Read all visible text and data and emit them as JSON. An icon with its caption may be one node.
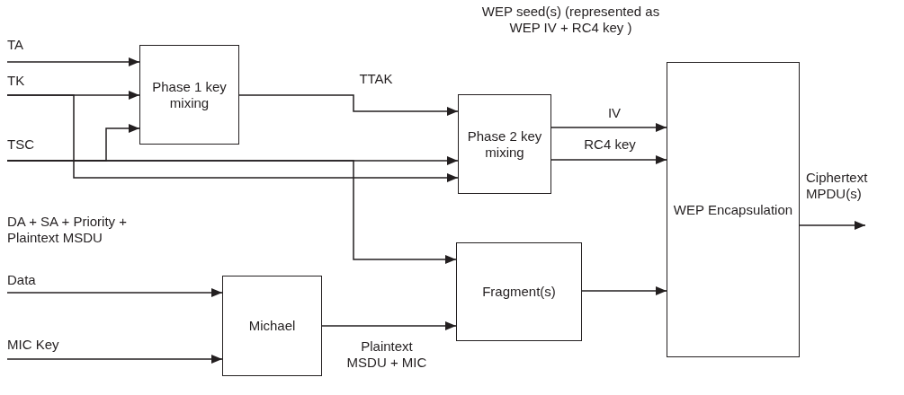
{
  "diagram": {
    "nodes": [
      {
        "text": [
          "TA"
        ]
      },
      {
        "text": [
          "TK"
        ]
      },
      {
        "text": [
          "TSC"
        ]
      },
      {
        "text": [
          "Phase 1 key mixing"
        ]
      },
      {
        "text": [
          "Phase 2 key mixing"
        ]
      },
      {
        "text": [
          "WEP Encapsulation"
        ]
      },
      {
        "text": [
          "Fragment(s)"
        ]
      },
      {
        "text": [
          "Michael"
        ]
      },
      {
        "text": [
          "Data"
        ]
      },
      {
        "text": [
          "MIC Key"
        ]
      }
    ],
    "edges": [
      {
        "from": 0,
        "to": 3,
        "arrow": "to"
      },
      {
        "from": 1,
        "to": 3,
        "arrow": "to"
      },
      {
        "from": 1,
        "to": 4,
        "arrow": "to"
      },
      {
        "from": 2,
        "to": 4,
        "arrow": "to"
      },
      {
        "from": 2,
        "to": 3,
        "arrow": "to"
      },
      {
        "from": 3,
        "to": 4,
        "arrow": "to",
        "label": "TTAK"
      },
      {
        "from": 4,
        "to": 5,
        "arrow": "to",
        "label": "IV"
      },
      {
        "from": 4,
        "to": 5,
        "arrow": "to",
        "label": "RC4 key"
      },
      {
        "from": 2,
        "to": 6,
        "arrow": "to"
      },
      {
        "from": 8,
        "to": 7,
        "arrow": "to"
      },
      {
        "from": 9,
        "to": 7,
        "arrow": "to"
      },
      {
        "from": 7,
        "to": 6,
        "arrow": "to",
        "label": "Plaintext MSDU + MIC"
      },
      {
        "from": 6,
        "to": 5,
        "arrow": "to"
      },
      {
        "from": 5,
        "to": null,
        "arrow": "to",
        "label": "Ciphertext MPDU(s)"
      }
    ],
    "labels": [
      "WEP seed(s) (represented as WEP IV + RC4 key )",
      "DA + SA + Priority + Plaintext MSDU"
    ]
  }
}
